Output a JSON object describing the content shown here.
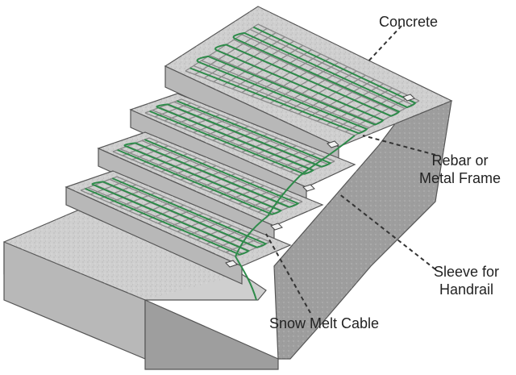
{
  "labels": {
    "concrete": "Concrete",
    "rebar": [
      "Rebar or",
      "Metal Frame"
    ],
    "sleeve": [
      "Sleeve for",
      "Handrail"
    ],
    "cable": "Snow Melt Cable"
  },
  "colors": {
    "concrete_top": "#cfcfcf",
    "concrete_front": "#b8b8b8",
    "concrete_side": "#9e9e9e",
    "rebar": "#8a8a8a",
    "cable": "#2e8b4a",
    "sleeve": "#f2f2f2",
    "leader": "#333333",
    "text": "#222222"
  }
}
